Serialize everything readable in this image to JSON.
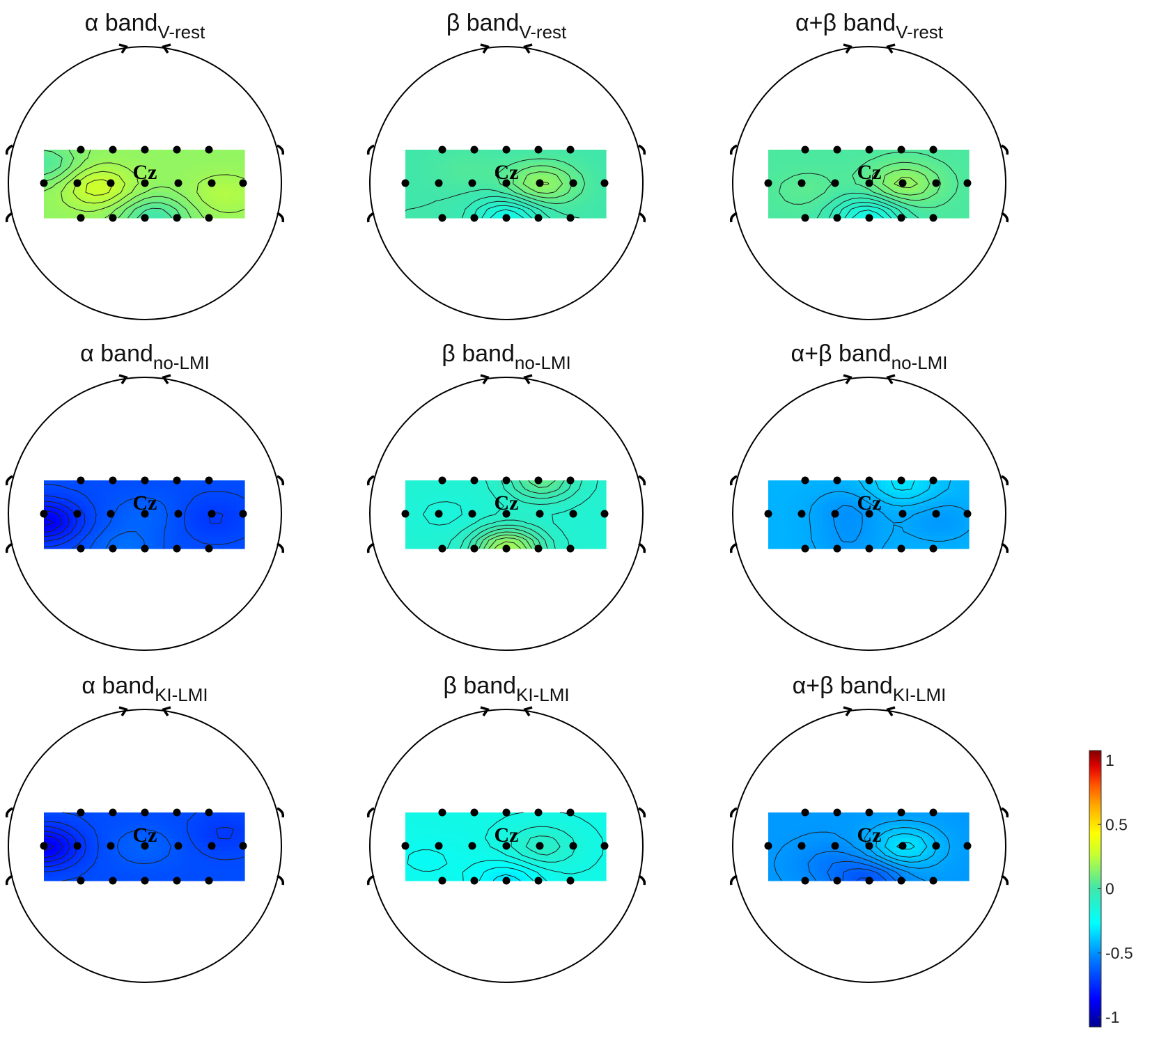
{
  "chart_data": {
    "type": "heatmap",
    "subtype": "eeg-topographic-map-grid",
    "layout": {
      "rows": 3,
      "cols": 3
    },
    "electrode_label": "Cz",
    "colormap": "parula",
    "colorbar": {
      "min": -1,
      "max": 1,
      "ticks": [
        1,
        0.5,
        0,
        -0.5,
        -1
      ],
      "tick_labels": [
        "1",
        "0.5",
        "0",
        "-0.5",
        "-1"
      ]
    },
    "panels": [
      {
        "title": "α band",
        "subscript": "V-rest",
        "level": 0.15,
        "peaks": [
          {
            "x": 0.27,
            "y": 0.55,
            "a": 0.12
          },
          {
            "x": 0.55,
            "y": 1.0,
            "a": -0.15
          },
          {
            "x": 0.0,
            "y": 0.2,
            "a": -0.12
          },
          {
            "x": 0.9,
            "y": 0.65,
            "a": 0.06
          }
        ]
      },
      {
        "title": "β band",
        "subscript": "V-rest",
        "level": 0.0,
        "peaks": [
          {
            "x": 0.68,
            "y": 0.5,
            "a": 0.15
          },
          {
            "x": 0.51,
            "y": 1.0,
            "a": -0.18
          },
          {
            "x": 0.3,
            "y": 0.3,
            "a": 0.03
          }
        ]
      },
      {
        "title": "α+β band",
        "subscript": "V-rest",
        "level": 0.02,
        "peaks": [
          {
            "x": 0.68,
            "y": 0.5,
            "a": 0.14
          },
          {
            "x": 0.5,
            "y": 1.0,
            "a": -0.2
          },
          {
            "x": 0.2,
            "y": 0.6,
            "a": 0.03
          }
        ]
      },
      {
        "title": "α band",
        "subscript": "no-LMI",
        "level": -0.62,
        "peaks": [
          {
            "x": 0.0,
            "y": 0.6,
            "a": -0.2
          },
          {
            "x": 0.5,
            "y": 0.5,
            "a": 0.05
          },
          {
            "x": 0.85,
            "y": 0.55,
            "a": -0.05
          },
          {
            "x": 0.4,
            "y": 1.0,
            "a": 0.08
          }
        ]
      },
      {
        "title": "β band",
        "subscript": "no-LMI",
        "level": -0.12,
        "peaks": [
          {
            "x": 0.51,
            "y": 1.0,
            "a": 0.3
          },
          {
            "x": 0.68,
            "y": 0.0,
            "a": 0.18
          },
          {
            "x": 0.2,
            "y": 0.5,
            "a": -0.03
          }
        ]
      },
      {
        "title": "α+β band",
        "subscript": "no-LMI",
        "level": -0.4,
        "peaks": [
          {
            "x": 0.67,
            "y": 0.05,
            "a": 0.1
          },
          {
            "x": 0.4,
            "y": 0.45,
            "a": -0.06
          },
          {
            "x": 0.85,
            "y": 0.6,
            "a": -0.05
          },
          {
            "x": 0.4,
            "y": 0.9,
            "a": -0.05
          }
        ]
      },
      {
        "title": "α band",
        "subscript": "KI-LMI",
        "level": -0.62,
        "peaks": [
          {
            "x": 0.0,
            "y": 0.5,
            "a": -0.2
          },
          {
            "x": 0.5,
            "y": 0.5,
            "a": 0.05
          },
          {
            "x": 0.9,
            "y": 0.3,
            "a": -0.05
          }
        ]
      },
      {
        "title": "β band",
        "subscript": "KI-LMI",
        "level": -0.18,
        "peaks": [
          {
            "x": 0.68,
            "y": 0.5,
            "a": 0.1
          },
          {
            "x": 0.51,
            "y": 1.0,
            "a": -0.12
          },
          {
            "x": 0.1,
            "y": 0.7,
            "a": -0.04
          }
        ]
      },
      {
        "title": "α+β band",
        "subscript": "KI-LMI",
        "level": -0.45,
        "peaks": [
          {
            "x": 0.68,
            "y": 0.5,
            "a": 0.15
          },
          {
            "x": 0.5,
            "y": 1.0,
            "a": -0.15
          },
          {
            "x": 0.3,
            "y": 0.75,
            "a": -0.05
          }
        ]
      }
    ]
  }
}
